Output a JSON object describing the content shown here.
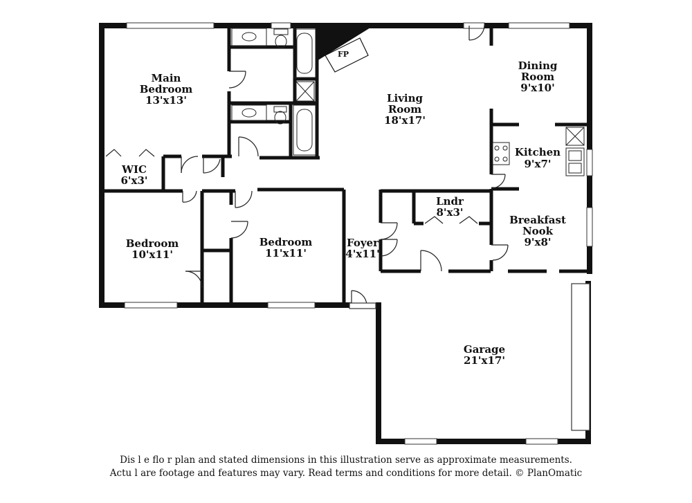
{
  "rooms": {
    "main_bedroom": {
      "l1": "Main",
      "l2": "Bedroom",
      "dims": "13'x13'"
    },
    "living_room": {
      "l1": "Living",
      "l2": "Room",
      "dims": "18'x17'"
    },
    "dining_room": {
      "l1": "Dining",
      "l2": "Room",
      "dims": "9'x10'"
    },
    "kitchen": {
      "l1": "Kitchen",
      "dims": "9'x7'"
    },
    "wic": {
      "l1": "WIC",
      "dims": "6'x3'"
    },
    "lndr": {
      "l1": "Lndr",
      "dims": "8'x3'"
    },
    "breakfast_nook": {
      "l1": "Breakfast",
      "l2": "Nook",
      "dims": "9'x8'"
    },
    "bedroom_left": {
      "l1": "Bedroom",
      "dims": "10'x11'"
    },
    "bedroom_mid": {
      "l1": "Bedroom",
      "dims": "11'x11'"
    },
    "foyer": {
      "l1": "Foyer",
      "dims": "4'x11'"
    },
    "garage": {
      "l1": "Garage",
      "dims": "21'x17'"
    }
  },
  "fireplace_label": "FP",
  "disclaimer": {
    "line1": "Dis     l    e flo  r plan and stated dimensions in this illustration serve as approximate measurements.",
    "line2": "Actu     l  are footage and features may vary. Read terms and conditions for more detail. © PlanOmatic"
  }
}
